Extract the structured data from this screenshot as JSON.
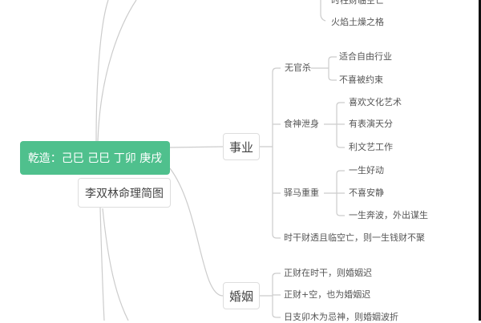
{
  "root": {
    "label": "乾造：己巳 己巳 丁卯 庚戌"
  },
  "title": {
    "label": "李双林命理简图"
  },
  "top_branch": {
    "items": [
      "时柱财临空亡",
      "火焰土燥之格"
    ]
  },
  "career": {
    "label": "事业",
    "items": [
      {
        "label": "无官杀",
        "children": [
          "适合自由行业",
          "不喜被约束"
        ]
      },
      {
        "label": "食神泄身",
        "children": [
          "喜欢文化艺术",
          "有表演天分",
          "利文艺工作"
        ]
      },
      {
        "label": "驿马重重",
        "children": [
          "一生好动",
          "不喜安静",
          "一生奔波，外出谋生"
        ]
      },
      {
        "label": "时干财透且临空亡，则一生钱财不聚",
        "children": []
      }
    ]
  },
  "marriage": {
    "label": "婚姻",
    "items": [
      "正财在时干，则婚姻迟",
      "正财+空，也为婚姻迟",
      "日支卯木为忌神，则婚姻波折"
    ]
  },
  "colors": {
    "root": "#4fc08d",
    "line": "#cccccc"
  }
}
